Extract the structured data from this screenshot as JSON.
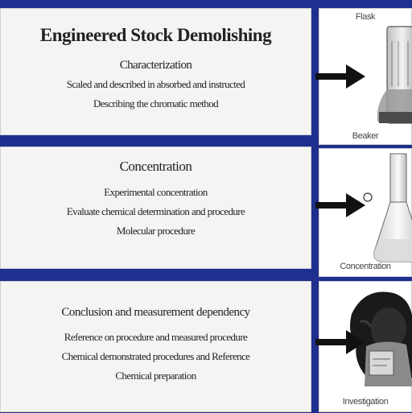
{
  "panels": [
    {
      "title": "Engineered Stock Demolishing",
      "lines": [
        "Characterization",
        "Scaled and described in absorbed and instructed",
        "Describing the chromatic method"
      ]
    },
    {
      "title": "Concentration",
      "lines": [
        "Experimental concentration",
        "Evaluate chemical determination and procedure",
        "Molecular procedure"
      ]
    },
    {
      "title": "Conclusion and measurement dependency",
      "lines": [
        "Reference on procedure and measured procedure",
        "Chemical demonstrated procedures and Reference",
        "Chemical preparation"
      ]
    }
  ],
  "images": [
    {
      "top_label": "Flask",
      "bottom_label": "Beaker"
    },
    {
      "bottom_label": "Concentration"
    },
    {
      "bottom_label": "Investigation"
    }
  ],
  "colors": {
    "background": "#1f2f8f",
    "panel": "#f4f4f2",
    "arrow": "#111111"
  },
  "icons": [
    "right-arrow-icon",
    "beaker-icon",
    "flask-icon",
    "scientist-icon"
  ]
}
